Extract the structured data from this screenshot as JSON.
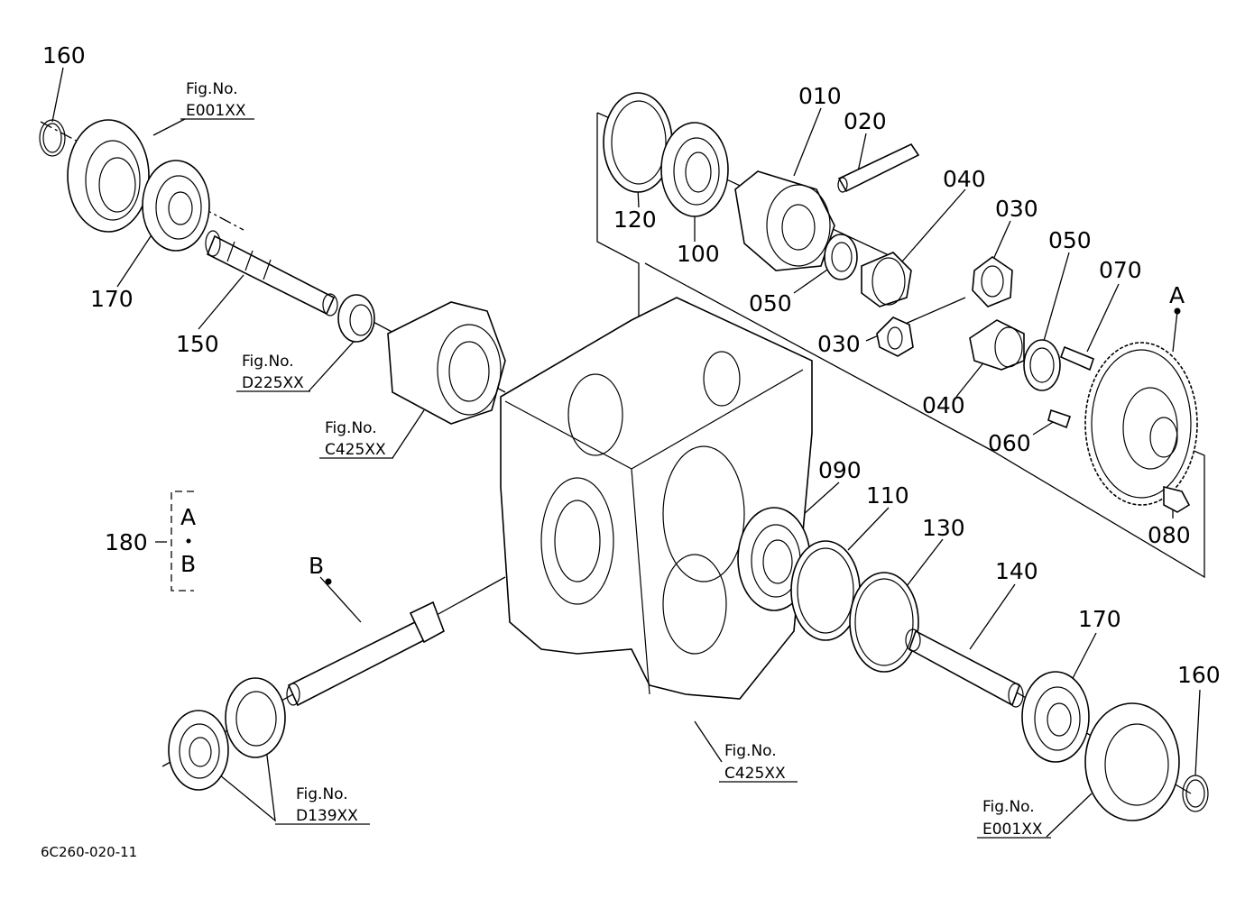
{
  "diagram_id": "6C260-020-11",
  "fig_label": "Fig.No.",
  "group_label": "180",
  "group_members": [
    "A",
    "B"
  ],
  "point_labels": {
    "a": "A",
    "b": "B"
  },
  "part_numbers": {
    "p010": "010",
    "p020": "020",
    "p030_top": "030",
    "p030_left": "030",
    "p040_top": "040",
    "p040_bottom": "040",
    "p050_left": "050",
    "p050_right": "050",
    "p060": "060",
    "p070": "070",
    "p080": "080",
    "p090": "090",
    "p100": "100",
    "p110": "110",
    "p120": "120",
    "p130": "130",
    "p140": "140",
    "p150": "150",
    "p160_left": "160",
    "p160_right": "160",
    "p170_left": "170",
    "p170_right": "170"
  },
  "fig_refs": {
    "e001_left": "E001XX",
    "d225": "D225XX",
    "c425_top": "C425XX",
    "c425_bottom": "C425XX",
    "d139": "D139XX",
    "e001_right": "E001XX"
  }
}
